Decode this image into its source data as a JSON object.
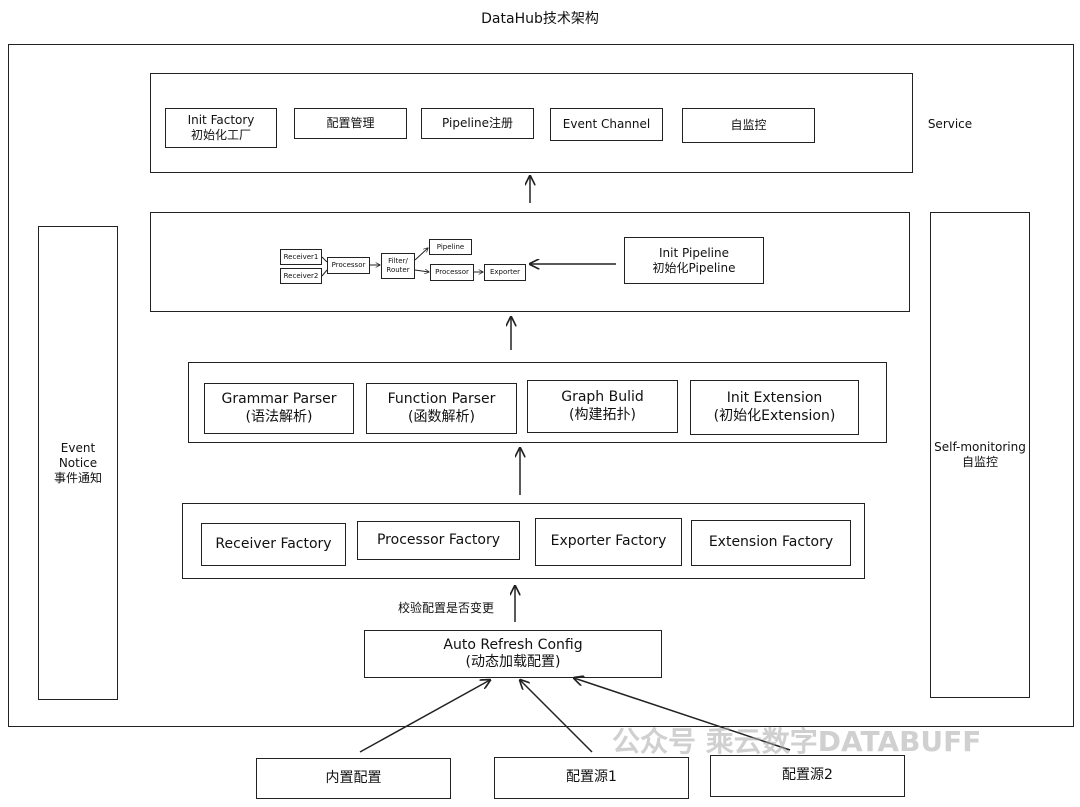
{
  "title": "DataHub技术架构",
  "service": {
    "label": "Service",
    "items": [
      {
        "line1": "Init Factory",
        "line2": "初始化工厂"
      },
      {
        "line1": "配置管理"
      },
      {
        "line1": "Pipeline注册"
      },
      {
        "line1": "Event Channel"
      },
      {
        "line1": "自监控"
      }
    ]
  },
  "pipeline": {
    "init_line1": "Init Pipeline",
    "init_line2": "初始化Pipeline",
    "nodes": {
      "receiver1": "Receiver1",
      "receiver2": "Receiver2",
      "processor_a": "Processor",
      "filter_line1": "Filter/",
      "filter_line2": "Router",
      "pipeline": "Pipeline",
      "processor_b": "Processor",
      "exporter": "Exporter"
    }
  },
  "parsers": [
    {
      "line1": "Grammar Parser",
      "line2": "(语法解析)"
    },
    {
      "line1": "Function Parser",
      "line2": "(函数解析)"
    },
    {
      "line1": "Graph Bulid",
      "line2": "(构建拓扑)"
    },
    {
      "line1": "Init Extension",
      "line2": "(初始化Extension)"
    }
  ],
  "factories": [
    "Receiver Factory",
    "Processor Factory",
    "Exporter Factory",
    "Extension Factory"
  ],
  "verify_label": "校验配置是否变更",
  "auto_refresh": {
    "line1": "Auto Refresh Config",
    "line2": "(动态加载配置)"
  },
  "event_notice": {
    "line1": "Event",
    "line2": "Notice",
    "line3": "事件通知"
  },
  "self_monitoring": {
    "line1": "Self-monitoring",
    "line2": "自监控"
  },
  "sources": [
    "内置配置",
    "配置源1",
    "配置源2"
  ],
  "watermark": "公众号 乘云数字DATABUFF"
}
